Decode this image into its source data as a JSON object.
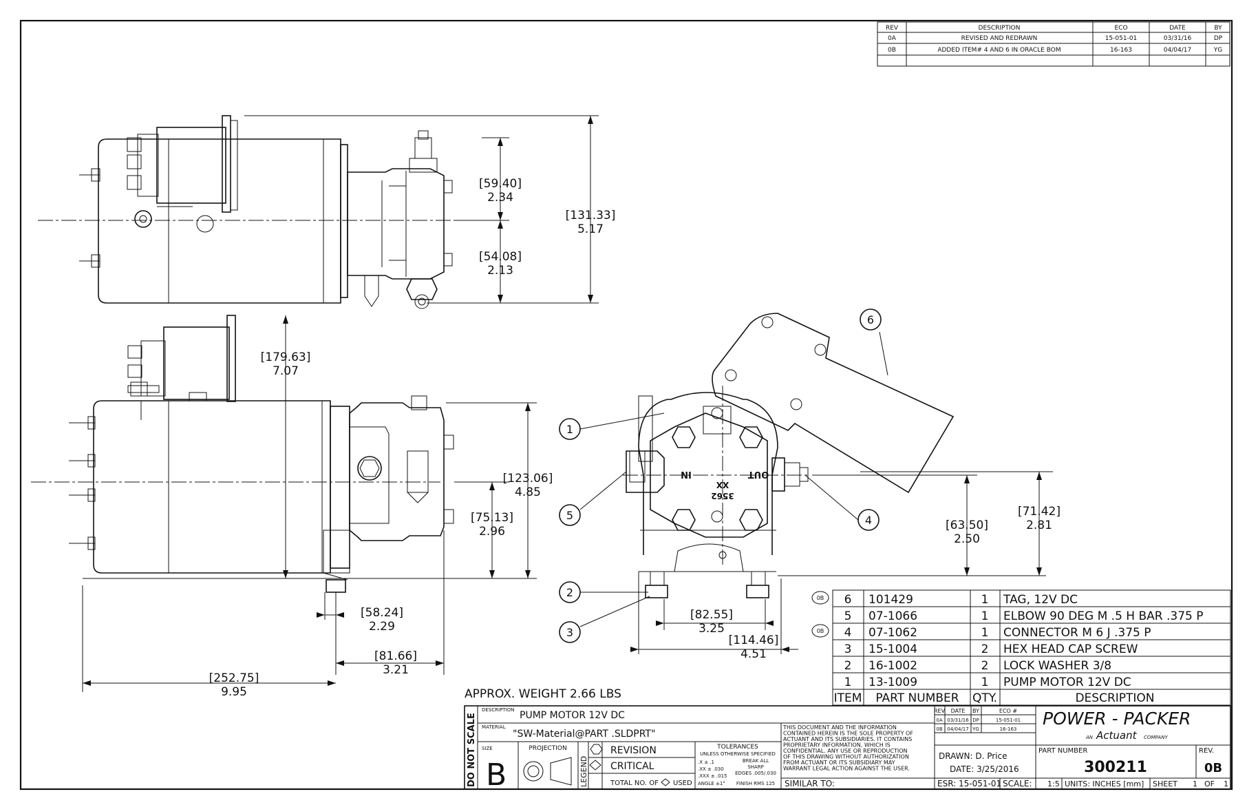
{
  "revision_table": {
    "headers": [
      "REV",
      "DESCRIPTION",
      "ECO",
      "DATE",
      "BY"
    ],
    "rows": [
      [
        "0A",
        "REVISED AND REDRAWN",
        "15-051-01",
        "03/31/16",
        "DP"
      ],
      [
        "0B",
        "ADDED ITEM# 4 AND 6 IN ORACLE BOM",
        "16-163",
        "04/04/17",
        "YG"
      ]
    ]
  },
  "dimensions": {
    "d1_mm": "[59.40]",
    "d1_in": "2.34",
    "d2_mm": "[54.08]",
    "d2_in": "2.13",
    "d3_mm": "[131.33]",
    "d3_in": "5.17",
    "d4_mm": "[179.63]",
    "d4_in": "7.07",
    "d5_mm": "[123.06]",
    "d5_in": "4.85",
    "d6_mm": "[75.13]",
    "d6_in": "2.96",
    "d7_mm": "[58.24]",
    "d7_in": "2.29",
    "d8_mm": "[81.66]",
    "d8_in": "3.21",
    "d9_mm": "[252.75]",
    "d9_in": "9.95",
    "d10_mm": "[82.55]",
    "d10_in": "3.25",
    "d11_mm": "[114.46]",
    "d11_in": "4.51",
    "d12_mm": "[63.50]",
    "d12_in": "2.50",
    "d13_mm": "[71.42]",
    "d13_in": "2.81"
  },
  "part_labels": {
    "in": "IN",
    "out": "OUT",
    "code": "3562",
    "xx": "XX"
  },
  "balloons": [
    "1",
    "2",
    "3",
    "4",
    "5",
    "6"
  ],
  "rev_flag": "0B",
  "bom": {
    "headers": [
      "ITEM",
      "PART NUMBER",
      "QTY.",
      "DESCRIPTION"
    ],
    "rows": [
      [
        "6",
        "101429",
        "1",
        "TAG, 12V DC"
      ],
      [
        "5",
        "07-1066",
        "1",
        "ELBOW 90 DEG M .5 H BAR .375 P"
      ],
      [
        "4",
        "07-1062",
        "1",
        "CONNECTOR M 6 J .375 P"
      ],
      [
        "3",
        "15-1004",
        "2",
        "HEX HEAD CAP SCREW"
      ],
      [
        "2",
        "16-1002",
        "2",
        "LOCK WASHER 3/8"
      ],
      [
        "1",
        "13-1009",
        "1",
        "PUMP MOTOR 12V DC"
      ]
    ]
  },
  "weight": "APPROX. WEIGHT 2.66 LBS",
  "title_block": {
    "do_not_scale": "DO NOT SCALE",
    "description_label": "DESCRIPTION",
    "description": "PUMP MOTOR 12V DC",
    "material_label": "MATERIAL",
    "material": "\"SW-Material@PART .SLDPRT\"",
    "size_label": "SIZE",
    "size": "B",
    "projection_label": "PROJECTION",
    "legend_label": "LEGEND",
    "revision_label": "REVISION",
    "critical_label": "CRITICAL",
    "total_no_label": "TOTAL NO. OF",
    "used_label": "USED",
    "tolerances": "TOLERANCES",
    "tol_line1": "UNLESS OTHERWISE SPECIFIED",
    "tol_x": ".X ± .1",
    "tol_xx": ".XX ± .030",
    "tol_xxx": ".XXX ± .015",
    "tol_angle": "ANGLE ±1°",
    "break_all": "BREAK ALL",
    "sharp": "SHARP",
    "edges": "EDGES .005/.030",
    "finish": "FINISH RMS 125",
    "notice": [
      "THIS DOCUMENT AND THE INFORMATION",
      "CONTAINED HEREIN IS THE SOLE PROPERTY OF",
      "ACTUANT AND ITS SUBSIDIARIES. IT CONTAINS",
      "PROPRIETARY INFORMATION, WHICH IS",
      "CONFIDENTIAL. ANY USE OR REPRODUCTION",
      "OF THIS DRAWING WITHOUT AUTHORIZATION",
      "FROM ACTUANT OR ITS SUBSIDIARY MAY",
      "WARRANT LEGAL ACTION AGAINST THE USER."
    ],
    "similar_to": "SIMILAR TO:",
    "mini_rev_headers": [
      "REV",
      "DATE",
      "BY",
      "ECO #"
    ],
    "mini_rev_rows": [
      [
        "0A",
        "03/31/16",
        "DP",
        "15-051-01"
      ],
      [
        "0B",
        "04/04/17",
        "YG",
        "16-163"
      ]
    ],
    "drawn": "DRAWN:  D. Price",
    "date": "DATE:  3/25/2016",
    "esr": "ESR:  15-051-01",
    "scale_label": "SCALE:",
    "scale": "1:5",
    "units": "UNITS: INCHES [mm]",
    "sheet_label": "SHEET",
    "sheet": "1",
    "of_label": "OF",
    "of": "1",
    "company": "POWER - PACKER",
    "an": "AN",
    "actuant": "Actuant",
    "company_word": "COMPANY",
    "part_number_label": "PART NUMBER",
    "part_number": "300211",
    "rev_label": "REV.",
    "rev": "0B"
  }
}
